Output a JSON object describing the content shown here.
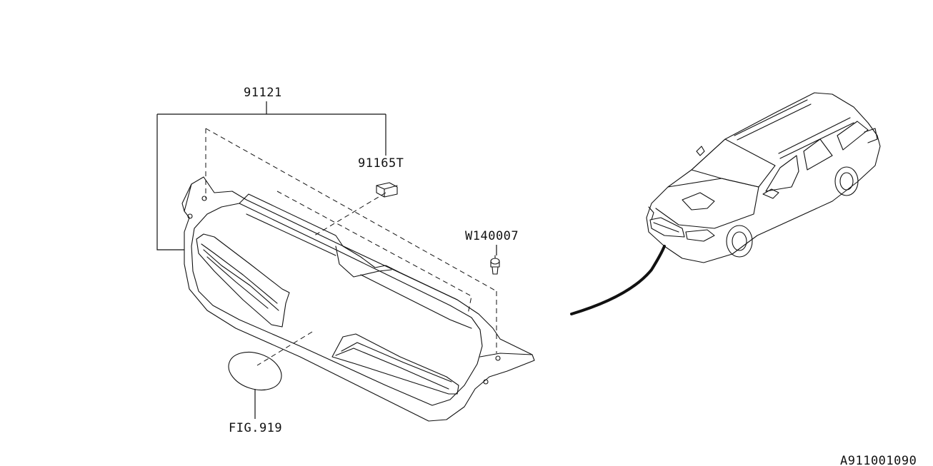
{
  "callouts": {
    "grille_assembly": "91121",
    "emblem_clip": "91165T",
    "grille_clip": "W140007",
    "emblem_ref": "FIG.919"
  },
  "diagram_id": "A911001090"
}
